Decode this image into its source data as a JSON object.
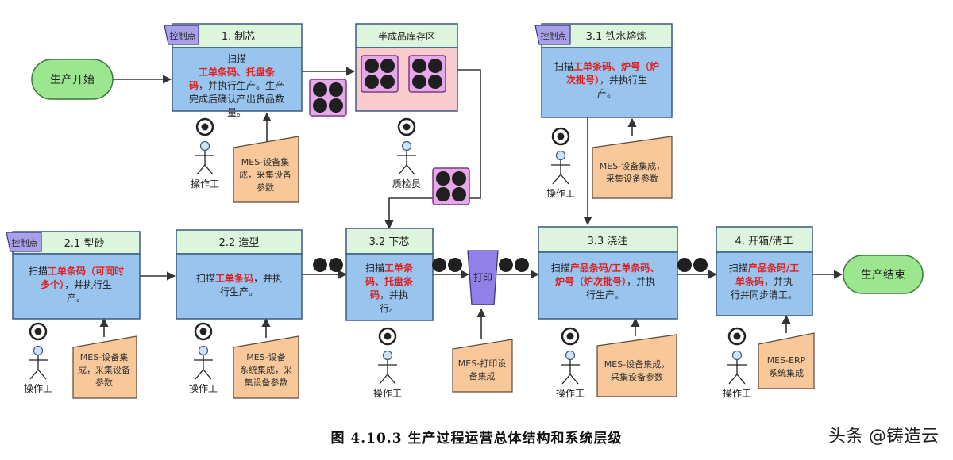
{
  "start": "生产开始",
  "end": "生产结束",
  "tag": "控制点",
  "stages": {
    "s1": {
      "title": "1. 制芯",
      "body": [
        [
          "扫描",
          ""
        ],
        [
          "工单条码、托盘条",
          "r"
        ],
        [
          "码",
          "r"
        ],
        [
          "，并执行生产。生产",
          ""
        ],
        [
          "完成后确认产出货品数",
          ""
        ],
        [
          "量。",
          ""
        ]
      ]
    },
    "buffer": {
      "title": "半成品库存区"
    },
    "s31": {
      "title": "3.1 铁水熔炼",
      "body": [
        [
          "扫描",
          ""
        ],
        [
          "工单条码、炉号（炉",
          "r"
        ],
        [
          "次批号）",
          "r"
        ],
        [
          "，并执行生",
          ""
        ],
        [
          "产。",
          ""
        ]
      ]
    },
    "s21": {
      "title": "2.1 型砂",
      "body": [
        [
          "扫描",
          ""
        ],
        [
          "工单条码（可同时",
          "r"
        ],
        [
          "多个）",
          "r"
        ],
        [
          "，并执行生",
          ""
        ],
        [
          "产。",
          ""
        ]
      ]
    },
    "s22": {
      "title": "2.2 造型",
      "body": [
        [
          "扫描",
          ""
        ],
        [
          "工单条码",
          "r"
        ],
        [
          "，并执",
          ""
        ],
        [
          "行生产。",
          ""
        ]
      ]
    },
    "s32": {
      "title": "3.2 下芯",
      "body": [
        [
          "扫描",
          ""
        ],
        [
          "工单条",
          "r"
        ],
        [
          "码、托盘条",
          "r"
        ],
        [
          "码",
          "r"
        ],
        [
          "，并执",
          ""
        ],
        [
          "行。",
          ""
        ]
      ]
    },
    "s33": {
      "title": "3.3 浇注",
      "body": [
        [
          "扫描",
          ""
        ],
        [
          "产品条码/工单条码、",
          "r"
        ],
        [
          "炉号（炉次批号）",
          "r"
        ],
        [
          "，并执",
          ""
        ],
        [
          "行生产。",
          ""
        ]
      ]
    },
    "s4": {
      "title": "4. 开箱/清工",
      "body": [
        [
          "扫描",
          ""
        ],
        [
          "产品条码/工",
          "r"
        ],
        [
          "单条码",
          "r"
        ],
        [
          "，并执",
          ""
        ],
        [
          "行并同步清工。",
          ""
        ]
      ]
    }
  },
  "print_marker": "打印",
  "notes": {
    "n1": [
      "MES-设备集",
      "成，采集设备",
      "参数"
    ],
    "n31": [
      "MES-设备集成，",
      "采集设备参数"
    ],
    "n21": [
      "MES-设备集",
      "成，采集设备",
      "参数"
    ],
    "n22": [
      "MES-设备",
      "系统集成，采",
      "集设备参数"
    ],
    "n_print": [
      "MES-打印设",
      "备集成"
    ],
    "n33": [
      "MES-设备集成，",
      "采集设备参数"
    ],
    "n4": [
      "MES-ERP",
      "系统集成"
    ]
  },
  "actors": {
    "operator": "操作工",
    "inspector": "质检员"
  },
  "caption": "图 4.10.3 生产过程运营总体结构和系统层级",
  "watermark": "头条 @铸造云",
  "colors": {
    "stage_fill": "#99c4ee",
    "stage_border": "#3a5a80",
    "header_fill": "#dcf5dc",
    "buffer_fill": "#f8cccc",
    "note_fill": "#f8c89a",
    "pill_fill": "#9be68f",
    "tray_fill": "#e7a8ea",
    "tag_fill": "#a8a0e8",
    "marker_fill": "#9080e8",
    "red_text": "#e02020",
    "dark_text": "#222222"
  }
}
